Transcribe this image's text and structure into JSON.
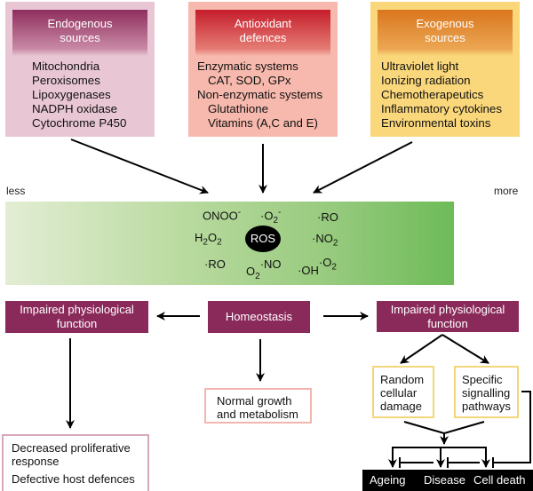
{
  "sources": {
    "endogenous": {
      "title_line1": "Endogenous",
      "title_line2": "sources",
      "items": [
        "Mitochondria",
        "Peroxisomes",
        "Lipoxygenases",
        "NADPH oxidase",
        "Cytochrome P450"
      ]
    },
    "antioxidant": {
      "title_line1": "Antioxidant",
      "title_line2": "defences",
      "items": [
        {
          "text": "Enzymatic systems",
          "indent": false
        },
        {
          "text": "CAT, SOD, GPx",
          "indent": true
        },
        {
          "text": "Non-enzymatic systems",
          "indent": false
        },
        {
          "text": "Glutathione",
          "indent": true
        },
        {
          "text": "Vitamins (A,C and E)",
          "indent": true
        }
      ]
    },
    "exogenous": {
      "title_line1": "Exogenous",
      "title_line2": "sources",
      "items": [
        "Ultraviolet light",
        "Ionizing radiation",
        "Chemotherapeutics",
        "Inflammatory cytokines",
        "Environmental toxins"
      ]
    }
  },
  "scale": {
    "less_label": "less",
    "more_label": "more"
  },
  "ros": {
    "center_label": "ROS",
    "species": {
      "onoo": {
        "base": "ONOO",
        "sup": "-"
      },
      "superoxide": {
        "pre": "·",
        "base": "O",
        "sub": "2",
        "sup": "-"
      },
      "ro_top": {
        "pre": "·",
        "base": "RO"
      },
      "h2o2": {
        "a": "H",
        "sub1": "2",
        "b": "O",
        "sub2": "2"
      },
      "no2": {
        "pre": "·",
        "base": "NO",
        "sub": "2"
      },
      "ro_bottom": {
        "pre": "·",
        "base": "RO"
      },
      "o2no": {
        "a": "O",
        "sub": "2",
        "pre": "·",
        "b": "NO"
      },
      "oh_o2": {
        "pre1": "·",
        "a": "OH",
        "pre2": "·",
        "b": "O",
        "sub": "2"
      }
    }
  },
  "middle": {
    "impaired_left_line1": "Impaired physiological",
    "impaired_left_line2": "function",
    "homeostasis": "Homeostasis",
    "impaired_right_line1": "Impaired physiological",
    "impaired_right_line2": "function"
  },
  "lower": {
    "normal_line1": "Normal growth",
    "normal_line2": "and metabolism",
    "decreased_line1": "Decreased proliferative",
    "decreased_line2": "response",
    "defective": "Defective host defences",
    "random_line1": "Random",
    "random_line2": "cellular",
    "random_line3": "damage",
    "specific_line1": "Specific",
    "specific_line2": "signalling",
    "specific_line3": "pathways"
  },
  "outcomes": [
    "Ageing",
    "Disease",
    "Cell death"
  ],
  "colors": {
    "purple_box": "#8a2a5a",
    "endogenous_bg": "#e8c6d3",
    "antioxidant_bg": "#f7b9ad",
    "exogenous_bg": "#fad77a",
    "gradient_start": "#e3edd4",
    "gradient_end": "#6dbb58",
    "pink_outline": "#f3b6ae",
    "yellow_outline": "#f4d67a",
    "mauve_outline": "#d7a8bc"
  }
}
